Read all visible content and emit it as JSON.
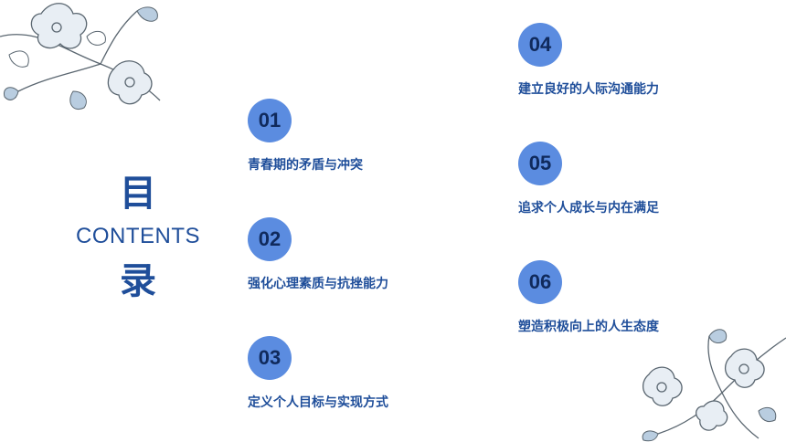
{
  "title": {
    "top": "目",
    "english": "CONTENTS",
    "bottom": "录"
  },
  "items": [
    {
      "number": "01",
      "label": "青春期的矛盾与冲突"
    },
    {
      "number": "02",
      "label": "强化心理素质与抗挫能力"
    },
    {
      "number": "03",
      "label": "定义个人目标与实现方式"
    },
    {
      "number": "04",
      "label": "建立良好的人际沟通能力"
    },
    {
      "number": "05",
      "label": "追求个人成长与内在满足"
    },
    {
      "number": "06",
      "label": "塑造积极向上的人生态度"
    }
  ],
  "colors": {
    "accent": "#1f4e9a",
    "circle": "#5b8ce0",
    "number_text": "#102a5c"
  }
}
